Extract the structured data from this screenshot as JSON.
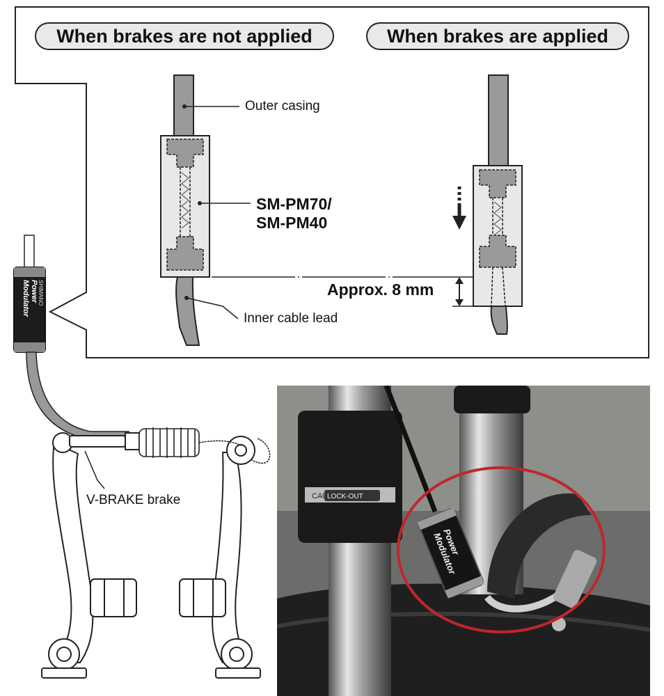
{
  "headings": {
    "not_applied": "When brakes are not applied",
    "applied": "When brakes are applied"
  },
  "labels": {
    "outer_casing": "Outer casing",
    "model_line1": "SM-PM70/",
    "model_line2": "SM-PM40",
    "approx": "Approx. 8 mm",
    "inner_cable": "Inner cable lead",
    "vbrake": "V-BRAKE brake"
  },
  "device": {
    "text_line1": "Power",
    "text_line2": "Modulator",
    "brand": "SHIMANO"
  },
  "photo": {
    "sticker_text": "LOCK-OUT",
    "caution_text": "CAUTION"
  },
  "colors": {
    "outline": "#222222",
    "housing_fill": "#e8e8e8",
    "casing_fill": "#9a9a9a",
    "highlight_ring": "#c0262b"
  }
}
